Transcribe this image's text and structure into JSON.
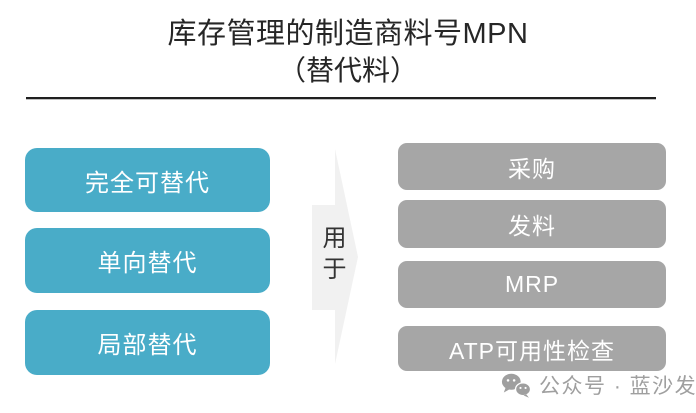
{
  "title": {
    "line1": "库存管理的制造商料号MPN",
    "line2": "（替代料）"
  },
  "left_column": {
    "items": [
      {
        "label": "完全可替代"
      },
      {
        "label": "单向替代"
      },
      {
        "label": "局部替代"
      }
    ]
  },
  "arrow": {
    "label": "用于",
    "direction": "right"
  },
  "right_column": {
    "items": [
      {
        "label": "采购"
      },
      {
        "label": "发料"
      },
      {
        "label": "MRP"
      },
      {
        "label": "ATP可用性检查"
      }
    ]
  },
  "watermark": {
    "icon": "wechat-icon",
    "text": "公众号 · 蓝沙发"
  },
  "colors": {
    "left_box": "#49ACC8",
    "right_box": "#A6A6A6",
    "arrow_fill": "#F1F1F1",
    "divider": "#1F1F1F",
    "title_text": "#262626",
    "box_text": "#FFFFFF",
    "watermark_text": "#9F9F9F"
  }
}
